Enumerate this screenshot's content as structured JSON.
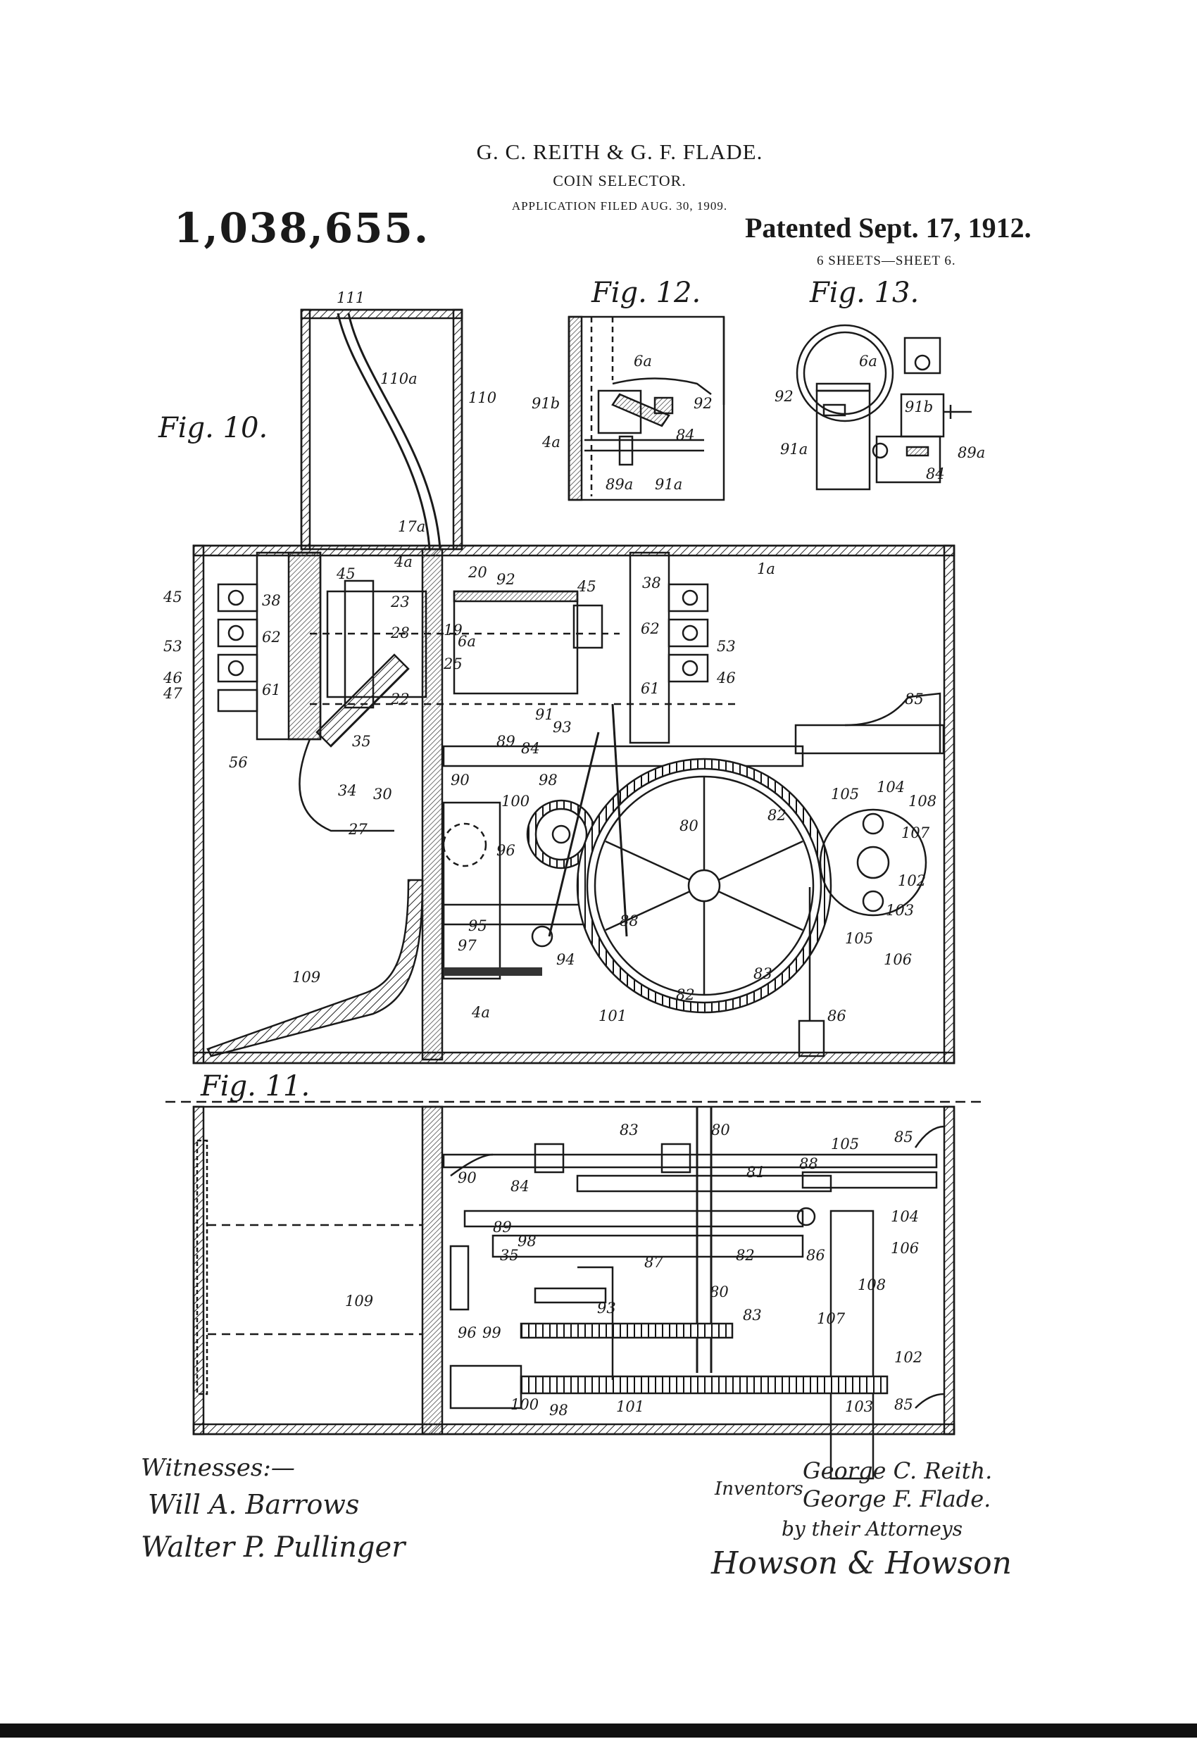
{
  "header": {
    "inventors": "G. C. REITH & G. F. FLADE.",
    "title": "COIN SELECTOR.",
    "application": "APPLICATION FILED AUG. 30, 1909.",
    "patent_number": "1,038,655.",
    "patented": "Patented Sept. 17, 1912.",
    "sheets": "6 SHEETS—SHEET 6."
  },
  "figures": {
    "fig10": "Fig. 10.",
    "fig11": "Fig. 11.",
    "fig12": "Fig. 12.",
    "fig13": "Fig. 13."
  },
  "refs": {
    "fig10": [
      "111",
      "110a",
      "110",
      "17a",
      "4a",
      "20",
      "92",
      "1a",
      "45",
      "38",
      "53",
      "62",
      "46",
      "47",
      "61",
      "45",
      "23",
      "28",
      "19",
      "6a",
      "25",
      "22",
      "45",
      "38",
      "62",
      "53",
      "61",
      "46",
      "91",
      "93",
      "85",
      "56",
      "35",
      "34",
      "30",
      "27",
      "89",
      "84",
      "90",
      "98",
      "100",
      "96",
      "80",
      "82",
      "104",
      "105",
      "108",
      "107",
      "102",
      "103",
      "105",
      "106",
      "95",
      "97",
      "94",
      "88",
      "83",
      "82",
      "101",
      "86",
      "4a",
      "109"
    ],
    "fig11": [
      "83",
      "80",
      "105",
      "85",
      "81",
      "88",
      "90",
      "84",
      "89",
      "98",
      "35",
      "93",
      "87",
      "82",
      "86",
      "106",
      "104",
      "109",
      "96",
      "99",
      "80",
      "83",
      "107",
      "108",
      "102",
      "100",
      "98",
      "101",
      "103",
      "85"
    ],
    "fig12": [
      "6a",
      "91b",
      "92",
      "4a",
      "84",
      "89a",
      "91a"
    ],
    "fig13": [
      "6a",
      "92",
      "91b",
      "91a",
      "89a",
      "84"
    ]
  },
  "witnesses": {
    "label": "Witnesses:—",
    "names": [
      "Will A. Barrows",
      "Walter P. Pullinger"
    ]
  },
  "inventors_sig": {
    "label": "Inventors",
    "names": [
      "George C. Reith.",
      "George F. Flade."
    ],
    "by": "by their Attorneys",
    "attorneys": "Howson & Howson"
  }
}
